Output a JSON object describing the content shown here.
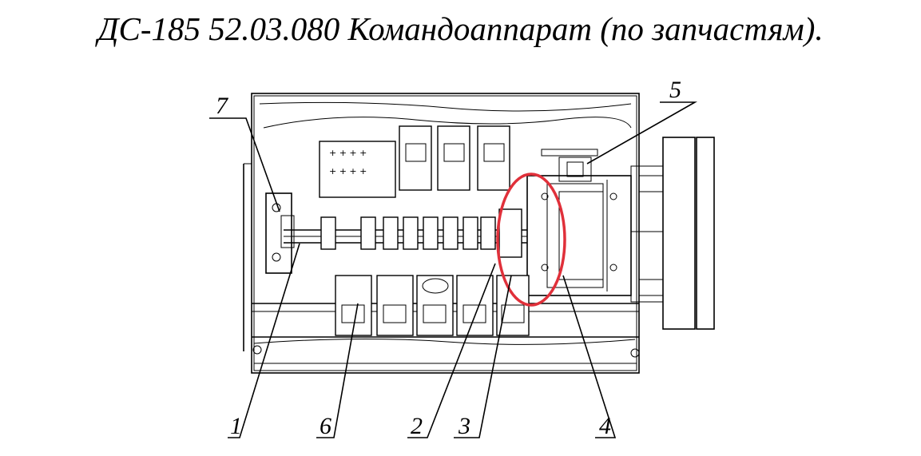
{
  "title": "ДС-185 52.03.080  Командоаппарат (по запчастям).",
  "labels": {
    "l1": "1",
    "l2": "2",
    "l3": "3",
    "l4": "4",
    "l5": "5",
    "l6": "6",
    "l7": "7"
  },
  "highlight_color": "#e0303a"
}
